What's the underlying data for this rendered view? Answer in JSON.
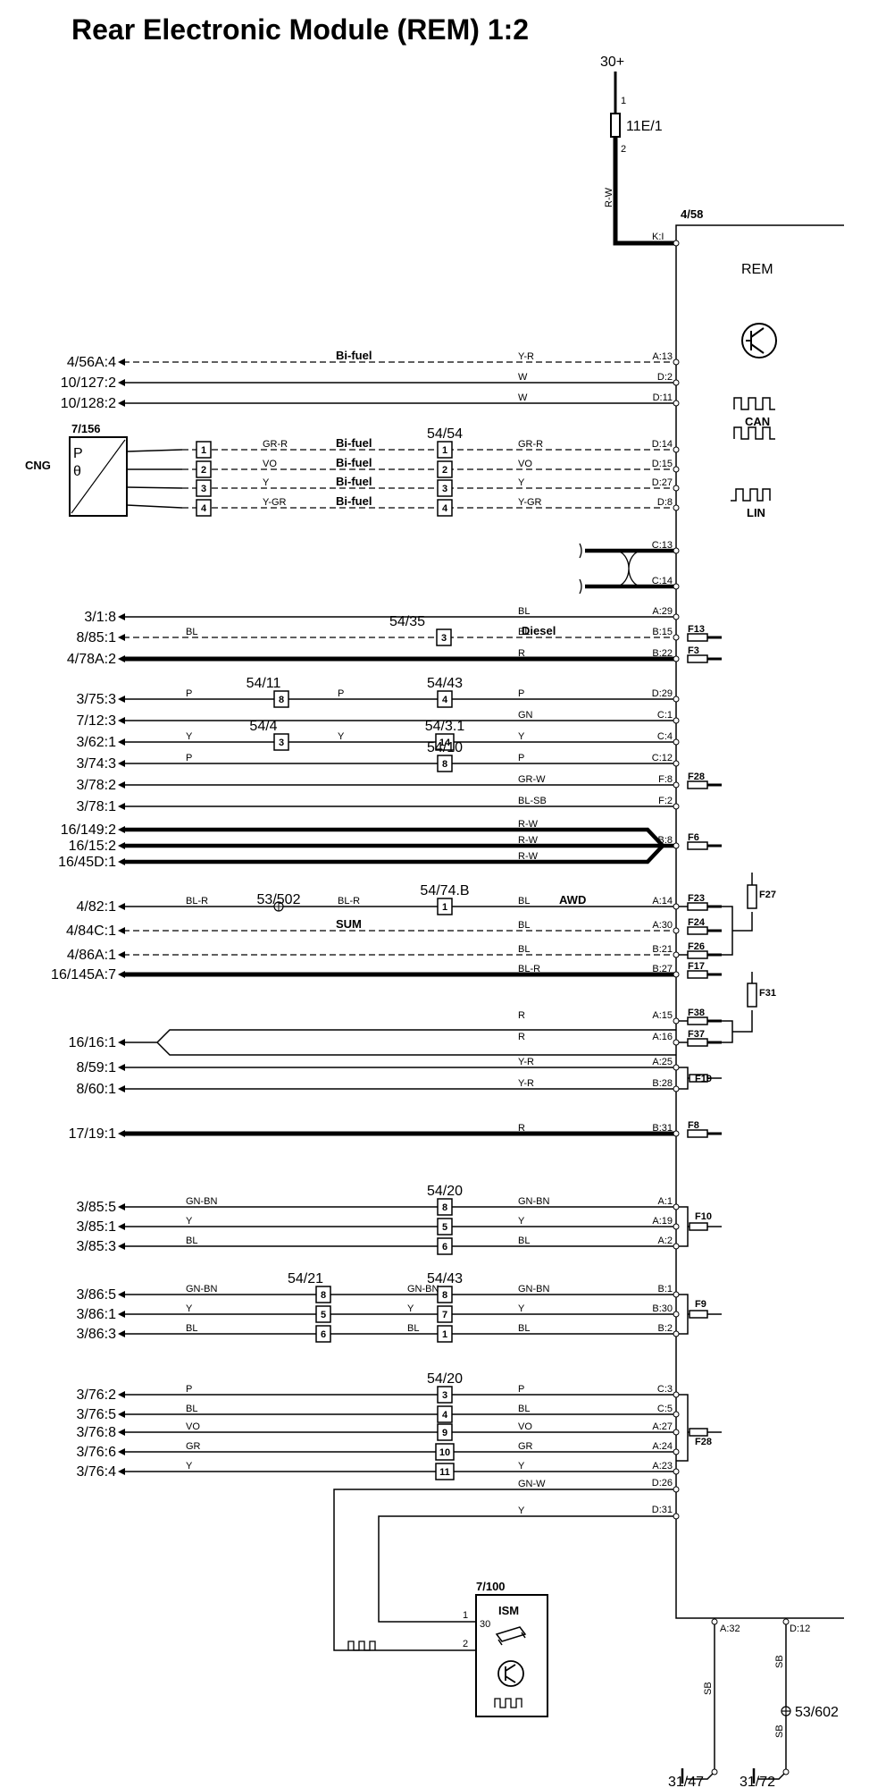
{
  "title": "Rear Electronic Module (REM) 1:2",
  "supply": {
    "label": "30+",
    "fuse": "11E/1",
    "pin1": "1",
    "pin2": "2",
    "wire": "R-W",
    "pin": "K:I"
  },
  "module": {
    "id": "4/58",
    "name": "REM",
    "can": "CAN",
    "lin": "LIN"
  },
  "cng": {
    "label": "CNG",
    "id": "7/156",
    "sym_p": "P",
    "sym_t": "θ"
  },
  "ism": {
    "id": "7/100",
    "name": "ISM",
    "pin_1": "1",
    "pin_30": "30",
    "pin_2": "2"
  },
  "ground": {
    "pin_a": "A:32",
    "pin_d": "D:12",
    "wire_a": "SB",
    "wire_d": "SB",
    "splice": "53/602",
    "g1": "31/47",
    "g2": "31/72"
  },
  "rows": [
    {
      "dest": "4/56A:4",
      "wire": "Y-R",
      "pin": "A:13",
      "tag": "Bi-fuel"
    },
    {
      "dest": "10/127:2",
      "wire": "W",
      "pin": "D:2"
    },
    {
      "dest": "10/128:2",
      "wire": "W",
      "pin": "D:11"
    },
    {
      "box1": "1",
      "w1": "GR-R",
      "tag": "Bi-fuel",
      "box2": "1",
      "wire": "GR-R",
      "pin": "D:14",
      "conn": "54/54"
    },
    {
      "box1": "2",
      "w1": "VO",
      "tag": "Bi-fuel",
      "box2": "2",
      "wire": "VO",
      "pin": "D:15"
    },
    {
      "box1": "3",
      "w1": "Y",
      "tag": "Bi-fuel",
      "box2": "3",
      "wire": "Y",
      "pin": "D:27"
    },
    {
      "box1": "4",
      "w1": "Y-GR",
      "tag": "Bi-fuel",
      "box2": "4",
      "wire": "Y-GR",
      "pin": "D:8"
    },
    {
      "pin": "C:13"
    },
    {
      "pin": "C:14"
    },
    {
      "dest": "3/1:8",
      "wire": "BL",
      "pin": "A:29"
    },
    {
      "dest": "8/85:1",
      "w1": "BL",
      "conn": "54/35",
      "box2": "3",
      "wire": "BL",
      "tag": "Diesel",
      "pin": "B:15",
      "fuse": "F13"
    },
    {
      "dest": "4/78A:2",
      "wire": "R",
      "pin": "B:22",
      "fuse": "F3"
    },
    {
      "dest": "3/75:3",
      "w1": "P",
      "conn1": "54/11",
      "box1": "8",
      "w2": "P",
      "conn": "54/43",
      "box2": "4",
      "wire": "P",
      "pin": "D:29"
    },
    {
      "dest": "7/12:3",
      "wire": "GN",
      "pin": "C:1"
    },
    {
      "dest": "3/62:1",
      "w1": "Y",
      "conn1": "54/4",
      "box1": "3",
      "w2": "Y",
      "conn": "54/3.1",
      "box2": "14",
      "wire": "Y",
      "pin": "C:4"
    },
    {
      "dest": "3/74:3",
      "w1": "P",
      "conn": "54/10",
      "box2": "8",
      "wire": "P",
      "pin": "C:12"
    },
    {
      "dest": "3/78:2",
      "wire": "GR-W",
      "pin": "F:8",
      "fuse": "F28"
    },
    {
      "dest": "3/78:1",
      "wire": "BL-SB",
      "pin": "F:2"
    },
    {
      "dest": "16/149:2",
      "wire": "R-W"
    },
    {
      "dest": "16/15:2",
      "wire": "R-W",
      "pin": "B:8",
      "fuse": "F6"
    },
    {
      "dest": "16/45D:1",
      "wire": "R-W"
    },
    {
      "dest": "4/82:1",
      "w1": "BL-R",
      "splice": "53/502",
      "w2": "BL-R",
      "conn": "54/74.B",
      "box2": "1",
      "wire": "BL",
      "tag": "AWD",
      "pin": "A:14",
      "fuse": "F23"
    },
    {
      "dest": "4/84C:1",
      "tag": "SUM",
      "wire": "BL",
      "pin": "A:30",
      "fuse": "F24"
    },
    {
      "dest": "4/86A:1",
      "wire": "BL",
      "pin": "B:21",
      "fuse": "F26"
    },
    {
      "dest": "16/145A:7",
      "wire": "BL-R",
      "pin": "B:27",
      "fuse": "F17"
    },
    {
      "wire": "R",
      "pin": "A:15",
      "fuse": "F38"
    },
    {
      "dest": "16/16:1",
      "wire": "R",
      "pin": "A:16",
      "fuse": "F37"
    },
    {
      "dest": "8/59:1",
      "wire": "Y-R",
      "pin": "A:25"
    },
    {
      "dest": "8/60:1",
      "wire": "Y-R",
      "pin": "B:28",
      "fuse": "F19"
    },
    {
      "dest": "17/19:1",
      "wire": "R",
      "pin": "B:31",
      "fuse": "F8"
    },
    {
      "dest": "3/85:5",
      "w1": "GN-BN",
      "conn": "54/20",
      "box2": "8",
      "wire": "GN-BN",
      "pin": "A:1"
    },
    {
      "dest": "3/85:1",
      "w1": "Y",
      "box2": "5",
      "wire": "Y",
      "pin": "A:19",
      "fuse": "F10"
    },
    {
      "dest": "3/85:3",
      "w1": "BL",
      "box2": "6",
      "wire": "BL",
      "pin": "A:2"
    },
    {
      "dest": "3/86:5",
      "w1": "GN-BN",
      "conn1": "54/21",
      "box1": "8",
      "w2": "GN-BN",
      "conn": "54/43",
      "box2": "8",
      "wire": "GN-BN",
      "pin": "B:1"
    },
    {
      "dest": "3/86:1",
      "w1": "Y",
      "box1": "5",
      "w2": "Y",
      "box2": "7",
      "wire": "Y",
      "pin": "B:30",
      "fuse": "F9"
    },
    {
      "dest": "3/86:3",
      "w1": "BL",
      "box1": "6",
      "w2": "BL",
      "box2": "1",
      "wire": "BL",
      "pin": "B:2"
    },
    {
      "dest": "3/76:2",
      "w1": "P",
      "conn": "54/20",
      "box2": "3",
      "wire": "P",
      "pin": "C:3"
    },
    {
      "dest": "3/76:5",
      "w1": "BL",
      "box2": "4",
      "wire": "BL",
      "pin": "C:5"
    },
    {
      "dest": "3/76:8",
      "w1": "VO",
      "box2": "9",
      "wire": "VO",
      "pin": "A:27"
    },
    {
      "dest": "3/76:6",
      "w1": "GR",
      "box2": "10",
      "wire": "GR",
      "pin": "A:24",
      "fuse": "F28"
    },
    {
      "dest": "3/76:4",
      "w1": "Y",
      "box2": "11",
      "wire": "Y",
      "pin": "A:23"
    },
    {
      "wire": "GN-W",
      "pin": "D:26"
    },
    {
      "wire": "Y",
      "pin": "D:31"
    }
  ],
  "fuse_extra": {
    "f27": "F27",
    "f31": "F31"
  }
}
